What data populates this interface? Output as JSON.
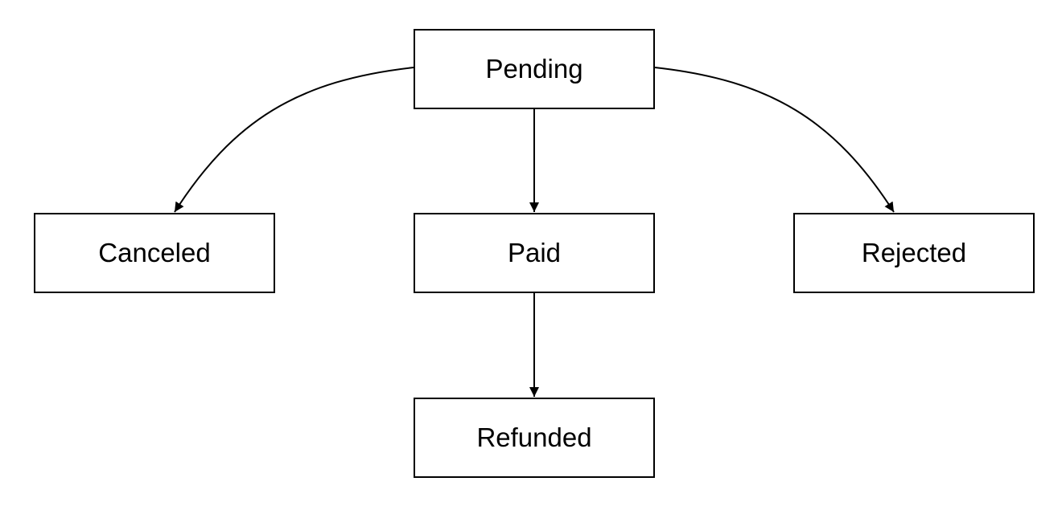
{
  "diagram": {
    "type": "state-transition",
    "nodes": {
      "pending": {
        "label": "Pending"
      },
      "canceled": {
        "label": "Canceled"
      },
      "paid": {
        "label": "Paid"
      },
      "rejected": {
        "label": "Rejected"
      },
      "refunded": {
        "label": "Refunded"
      }
    },
    "edges": [
      {
        "from": "pending",
        "to": "canceled"
      },
      {
        "from": "pending",
        "to": "paid"
      },
      {
        "from": "pending",
        "to": "rejected"
      },
      {
        "from": "paid",
        "to": "refunded"
      }
    ],
    "colors": {
      "stroke": "#000000",
      "background": "#ffffff",
      "text": "#000000"
    }
  }
}
